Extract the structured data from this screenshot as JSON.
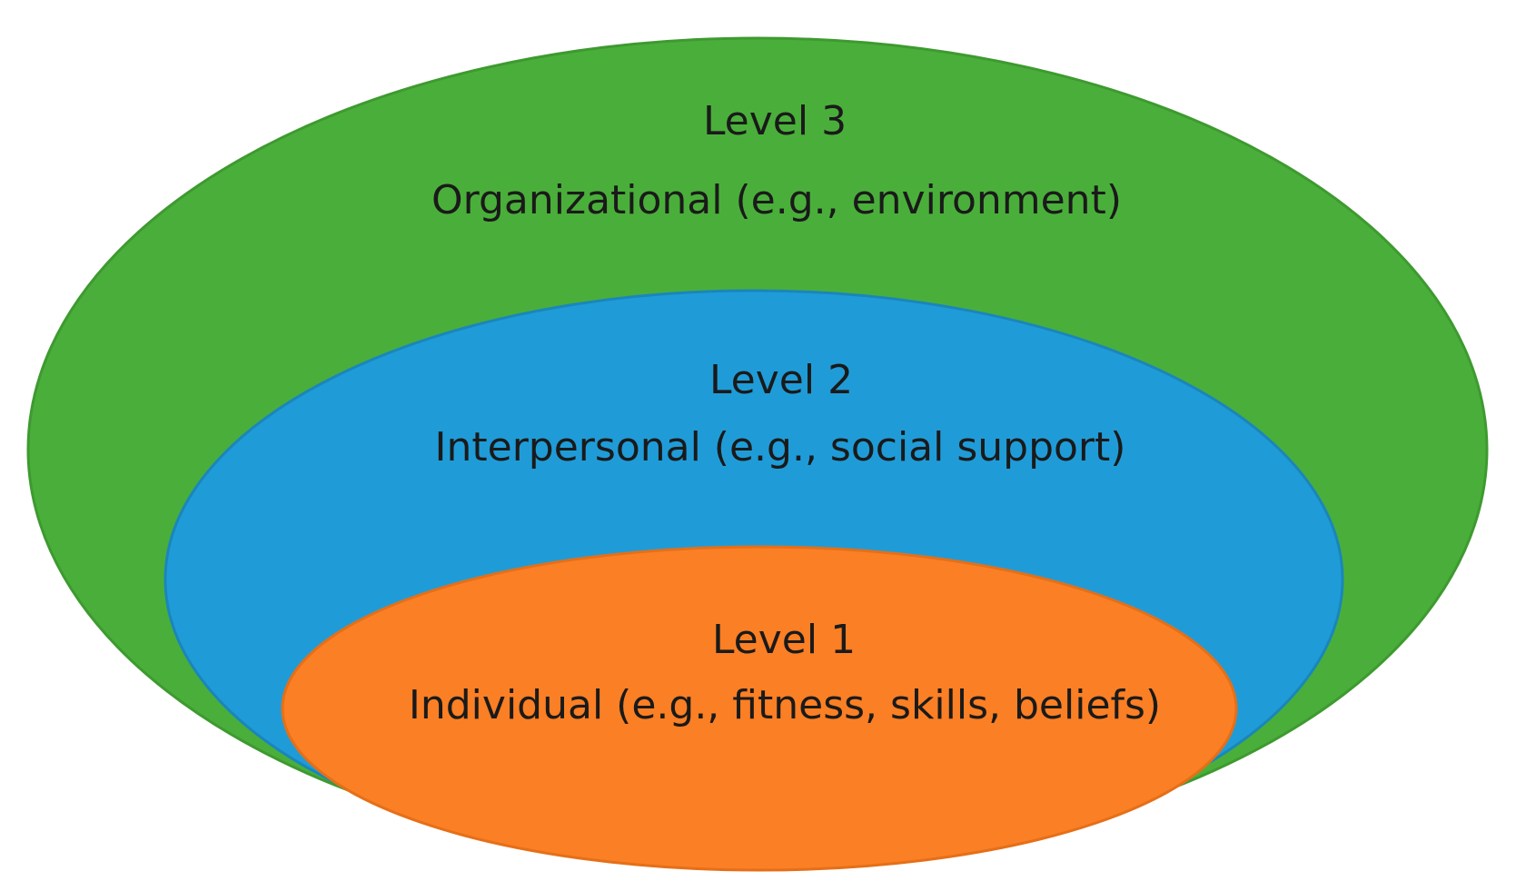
{
  "colors": {
    "background": "#ffffff",
    "level3_fill": "#4aaf3a",
    "level3_stroke": "#3e9a30",
    "level2_fill": "#1f9cd8",
    "level2_stroke": "#1a86bb",
    "level1_fill": "#fb7f24",
    "level1_stroke": "#e56f18",
    "text": "#1a1a1a"
  },
  "levels": [
    {
      "id": "level3",
      "label": "Level 3",
      "description": "Organizational (e.g., environment)"
    },
    {
      "id": "level2",
      "label": "Level 2",
      "description": "Interpersonal (e.g., social support)"
    },
    {
      "id": "level1",
      "label": "Level 1",
      "description": "Individual (e.g., fitness, skills, beliefs)"
    }
  ]
}
